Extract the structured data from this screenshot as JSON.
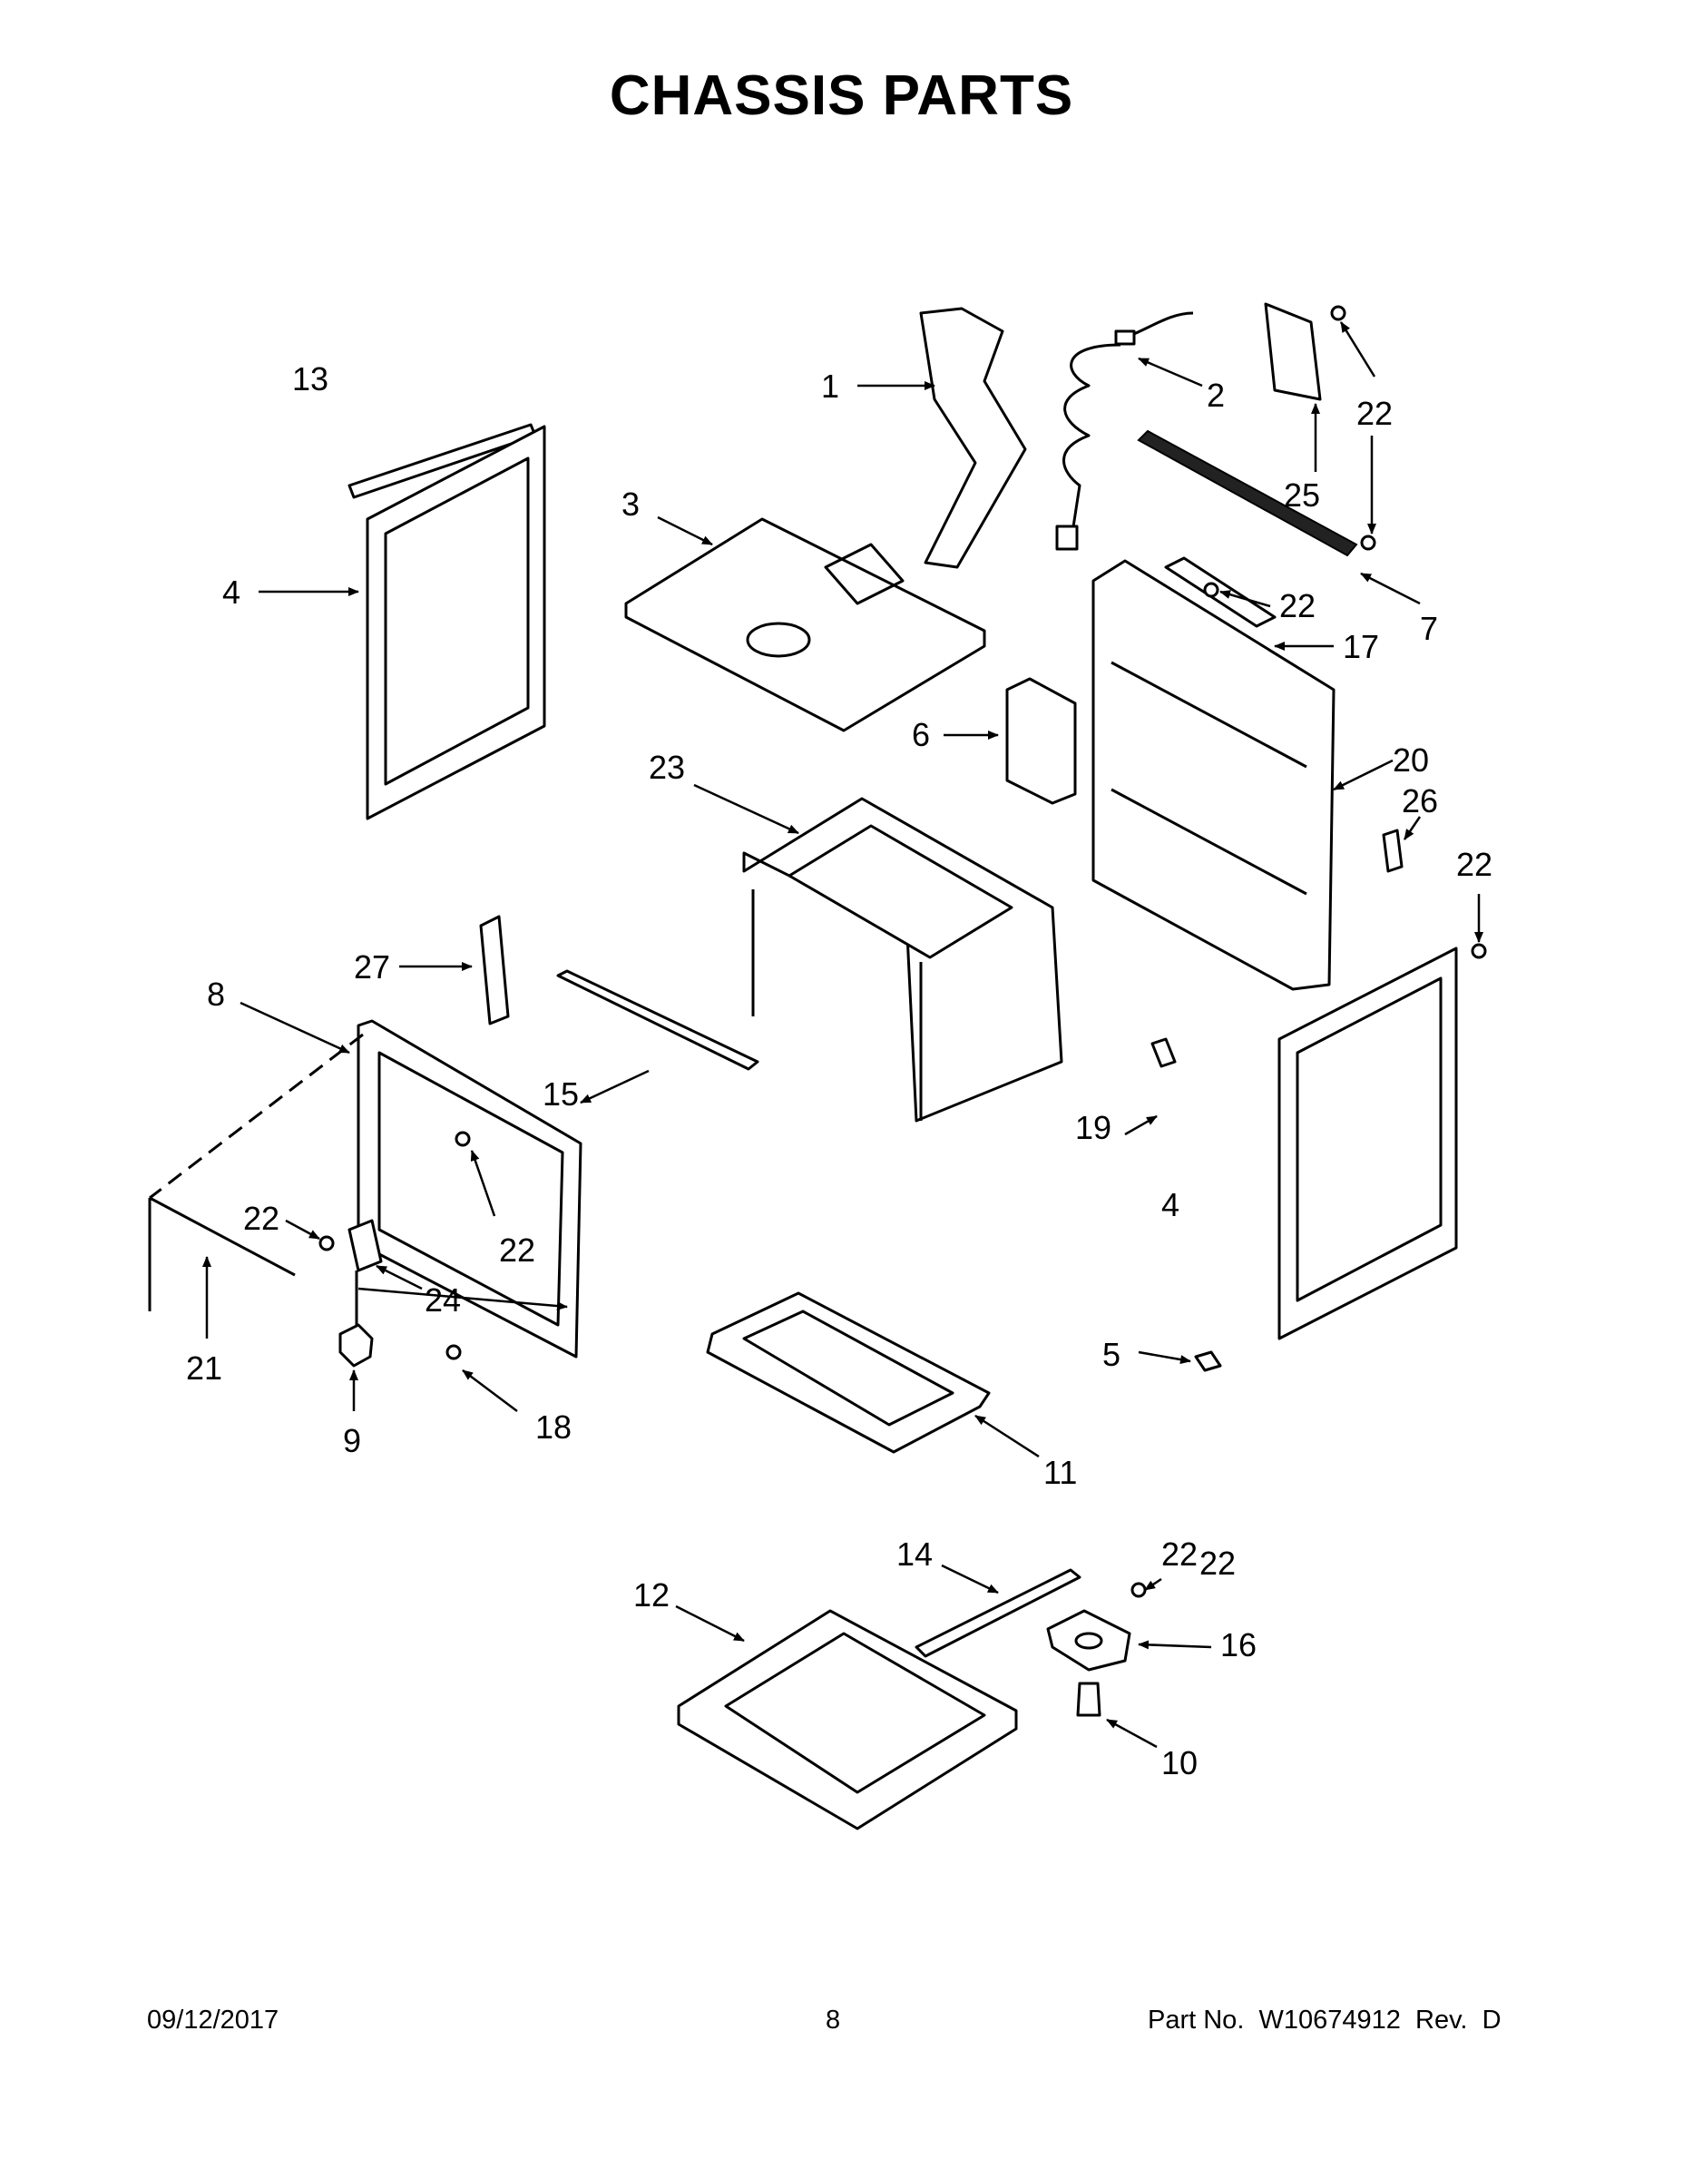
{
  "page": {
    "title": "CHASSIS PARTS",
    "footer": {
      "date": "09/12/2017",
      "page_number": "8",
      "part_no": "Part No.  W10674912  Rev.  D"
    }
  },
  "callouts": [
    {
      "id": "c1",
      "label": "1"
    },
    {
      "id": "c2",
      "label": "2"
    },
    {
      "id": "c3",
      "label": "3"
    },
    {
      "id": "c4a",
      "label": "4"
    },
    {
      "id": "c4b",
      "label": "4"
    },
    {
      "id": "c5",
      "label": "5"
    },
    {
      "id": "c6",
      "label": "6"
    },
    {
      "id": "c7",
      "label": "7"
    },
    {
      "id": "c8",
      "label": "8"
    },
    {
      "id": "c9",
      "label": "9"
    },
    {
      "id": "c10",
      "label": "10"
    },
    {
      "id": "c11",
      "label": "11"
    },
    {
      "id": "c12",
      "label": "12"
    },
    {
      "id": "c13",
      "label": "13"
    },
    {
      "id": "c14",
      "label": "14"
    },
    {
      "id": "c15",
      "label": "15"
    },
    {
      "id": "c16",
      "label": "16"
    },
    {
      "id": "c17",
      "label": "17"
    },
    {
      "id": "c18",
      "label": "18"
    },
    {
      "id": "c19",
      "label": "19"
    },
    {
      "id": "c20",
      "label": "20"
    },
    {
      "id": "c21",
      "label": "21"
    },
    {
      "id": "c22a",
      "label": "22"
    },
    {
      "id": "c22b",
      "label": "22"
    },
    {
      "id": "c22c",
      "label": "22"
    },
    {
      "id": "c22d",
      "label": "22"
    },
    {
      "id": "c22e",
      "label": "22"
    },
    {
      "id": "c22f",
      "label": "22"
    },
    {
      "id": "c22g",
      "label": "22"
    },
    {
      "id": "c23",
      "label": "23"
    },
    {
      "id": "c24",
      "label": "24"
    },
    {
      "id": "c25",
      "label": "25"
    },
    {
      "id": "c26",
      "label": "26"
    },
    {
      "id": "c27",
      "label": "27"
    }
  ]
}
